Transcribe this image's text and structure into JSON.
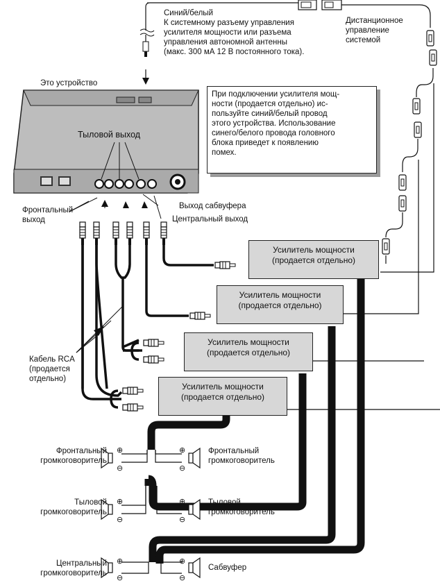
{
  "labels": {
    "remote_wire": "Синий/белый\nК системному разъему управления\nусилителя мощности или разъема\nуправления автономной антенны\n(макс. 300 мА 12 В постоянного тока).",
    "remote_control": "Дистанционное\nуправление\nсистемой",
    "this_unit": "Это устройство",
    "rear_output": "Тыловой выход",
    "front_output": "Фронтальный\nвыход",
    "subwoofer_output": "Выход сабвуфера",
    "center_output": "Центральный выход",
    "rca_cable": "Кабель RCA\n(продается\nотдельно)",
    "note": "При подключении усилителя мощ-\nности (продается отдельно) ис-\nпользуйте синий/белый провод\nэтого устройства. Использование\nсинего/белого провода головного\nблока приведет к появлению\nпомех."
  },
  "amplifiers": [
    "Усилитель мощности\n(продается отдельно)",
    "Усилитель мощности\n(продается отдельно)",
    "Усилитель мощности\n(продается отдельно)",
    "Усилитель мощности\n(продается отдельно)"
  ],
  "speakers": {
    "front_left": "Фронтальный\nгромкоговоритель",
    "front_right": "Фронтальный\nгромкоговоритель",
    "rear_left": "Тыловой\nгромкоговоритель",
    "rear_right": "Тыловой\nгромкоговоритель",
    "center": "Центральный\nгромкоговоритель",
    "subwoofer": "Сабвуфер"
  },
  "colors": {
    "amp_fill": "#d7d7d7",
    "unit_fill": "#bdbdbd",
    "shadow": "#9a9a9a"
  }
}
